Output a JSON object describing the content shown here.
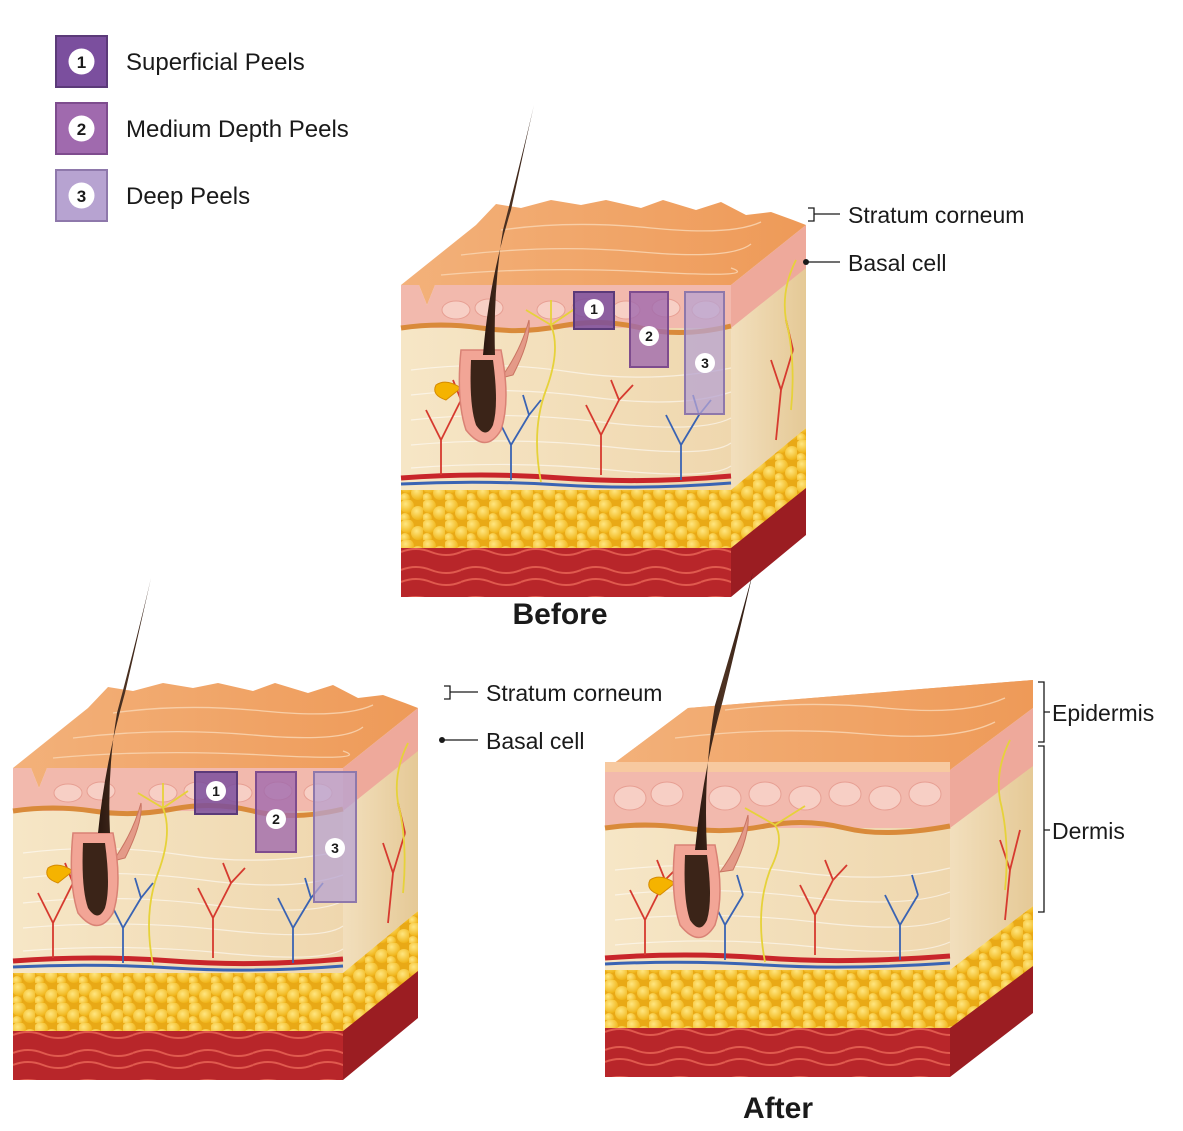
{
  "legend": [
    {
      "number": "1",
      "label": "Superficial Peels",
      "color": "#7b4f9e"
    },
    {
      "number": "2",
      "label": "Medium Depth Peels",
      "color": "#a06aae"
    },
    {
      "number": "3",
      "label": "Deep Peels",
      "color": "#b7a3d1"
    }
  ],
  "before": {
    "caption": "Before",
    "stratum_label": "Stratum corneum",
    "basal_label": "Basal cell"
  },
  "middle": {
    "stratum_label": "Stratum corneum",
    "basal_label": "Basal cell"
  },
  "after": {
    "caption": "After",
    "epidermis_label": "Epidermis",
    "dermis_label": "Dermis"
  },
  "colors": {
    "skin_top": "#f2a86a",
    "epidermis": "#f1b3a6",
    "dermis": "#f4e1bf",
    "fat": "#f6c42b",
    "muscle": "#c0292c",
    "hair": "#3b2418",
    "artery": "#d63a2f",
    "vein": "#3a63b3",
    "nerve": "#e6d23a"
  }
}
